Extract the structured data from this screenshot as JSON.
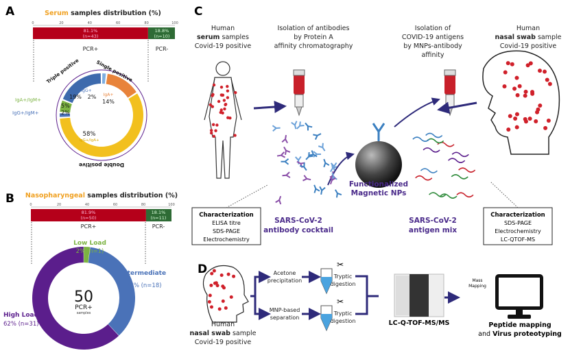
{
  "panels": {
    "a": "A",
    "b": "B",
    "c": "C",
    "d": "D"
  },
  "colors": {
    "pcr_pos": "#b5001a",
    "pcr_neg": "#2e6b35",
    "orange_title": "#f0a020",
    "purple": "#5b1e8c",
    "navy_arrow": "#2e2a7a",
    "blue": "#4a72b8",
    "yellow": "#f2c01e",
    "orange": "#e8833a",
    "green": "#7cb342",
    "light_blue": "#7eaee0",
    "virus_red": "#d0202a"
  },
  "panel_a": {
    "title_highlight": "Serum",
    "title_rest": " samples distribution (%)",
    "axis_ticks": [
      "0",
      "20",
      "40",
      "60",
      "80",
      "100"
    ],
    "pcr_pos": {
      "pct": "81.1%",
      "n": "(n=43)",
      "value": 81.1,
      "label": "PCR+"
    },
    "pcr_neg": {
      "pct": "18.8%",
      "n": "(n=10)",
      "value": 18.8,
      "label": "PCR-"
    },
    "groups": {
      "triple": "Triple positive",
      "single": "Single positive",
      "double": "Double positive"
    },
    "segments": [
      {
        "name": "IgG+",
        "value": 2,
        "label": "2%",
        "color": "#7eaee0"
      },
      {
        "name": "IgA+",
        "value": 14,
        "label": "14%",
        "color": "#e8833a"
      },
      {
        "name": "IgG+/IgA+",
        "value": 58,
        "label": "58%",
        "color": "#f2c01e"
      },
      {
        "name": "IgG+/IgM+",
        "value": 2,
        "label": "2%",
        "color": "#4a72b8"
      },
      {
        "name": "IgA+/IgM+",
        "value": 5,
        "label": "5%",
        "color": "#7cb342"
      },
      {
        "name": "Triple",
        "value": 19,
        "label": "19%",
        "color": "#3d6aad"
      }
    ]
  },
  "panel_b": {
    "title_highlight": "Nasopharyngeal",
    "title_rest": " samples distribution (%)",
    "axis_ticks": [
      "0",
      "20",
      "40",
      "60",
      "80",
      "100"
    ],
    "pcr_pos": {
      "pct": "81.9%",
      "n": "(n=50)",
      "value": 81.9,
      "label": "PCR+"
    },
    "pcr_neg": {
      "pct": "18.1%",
      "n": "(n=11)",
      "value": 18.1,
      "label": "PCR-"
    },
    "center": {
      "number": "50",
      "label": "PCR+",
      "sub": "samples"
    },
    "segments": [
      {
        "name": "Low Load",
        "value": 2,
        "label": "2% (n=1)",
        "color": "#7cb342"
      },
      {
        "name": "Intermediate",
        "value": 36,
        "label": "36% (n=18)",
        "color": "#4a72b8"
      },
      {
        "name": "High Load",
        "value": 62,
        "label": "62% (n=31)",
        "color": "#5b1e8c"
      }
    ]
  },
  "panel_c": {
    "serum_line1": "Human",
    "serum_bold": "serum",
    "serum_rest": " samples",
    "serum_line3": "Covid-19 positive",
    "isolation_ab": [
      "Isolation of antibodies",
      "by Protein A",
      "affinity chromatography"
    ],
    "isolation_ag": [
      "Isolation of",
      "COVID-19 antigens",
      "by MNPs-antibody",
      "affinity"
    ],
    "nasal_line1": "Human",
    "nasal_bold": "nasal swab",
    "nasal_rest": " sample",
    "nasal_line3": "Covid-19 positive",
    "mnp": [
      "Functionalized",
      "Magnetic NPs"
    ],
    "ab_cocktail": [
      "SARS-CoV-2",
      "antibody cocktail"
    ],
    "ag_mix": [
      "SARS-CoV-2",
      "antigen mix"
    ],
    "char_left": {
      "title": "Characterization",
      "items": [
        "ELISA titre",
        "SDS-PAGE",
        "Electrochemistry"
      ]
    },
    "char_right": {
      "title": "Characterization",
      "items": [
        "SDS-PAGE",
        "Electrochemistry",
        "LC-QTOF-MS"
      ]
    }
  },
  "panel_d": {
    "nasal_line1": "Human",
    "nasal_bold": "nasal swab",
    "nasal_rest": " sample",
    "nasal_line3": "Covid-19 positive",
    "acetone": [
      "Acetone",
      "precipitation"
    ],
    "mnp": [
      "MNP-based",
      "separation"
    ],
    "tryptic": [
      "Tryptic",
      "digestion"
    ],
    "instrument": "LC-Q-TOF-MS/MS",
    "mass": [
      "Mass",
      "Mapping"
    ],
    "result_bold1": "Peptide mapping",
    "result_and": "and ",
    "result_bold2": "Virus proteotyping"
  }
}
